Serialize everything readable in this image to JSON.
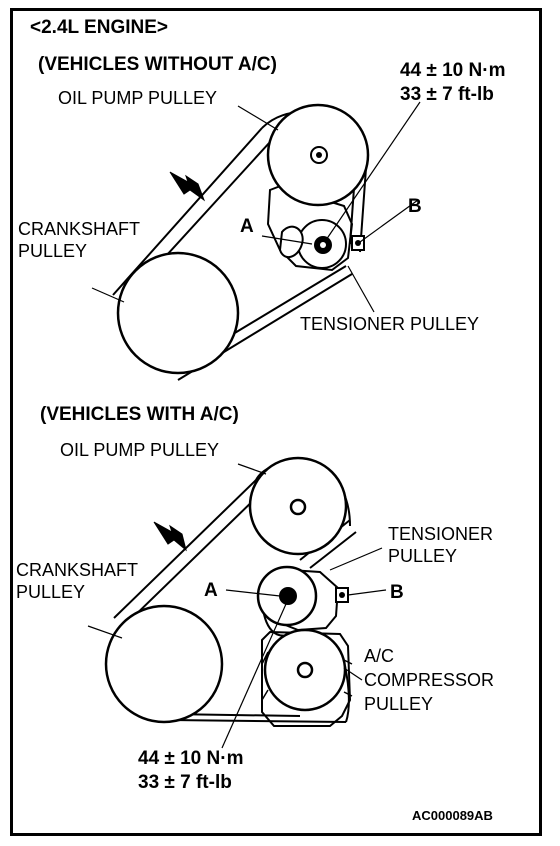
{
  "header": "<2.4L ENGINE>",
  "section_without_ac": {
    "title": "(VEHICLES WITHOUT A/C)",
    "oil_pump_pulley": "OIL PUMP PULLEY",
    "crankshaft_pulley_line1": "CRANKSHAFT",
    "crankshaft_pulley_line2": "PULLEY",
    "tensioner_pulley": "TENSIONER PULLEY",
    "torque_line1": "44 ± 10 N·m",
    "torque_line2": "33 ± 7 ft-lb",
    "label_a": "A",
    "label_b": "B"
  },
  "section_with_ac": {
    "title": "(VEHICLES WITH A/C)",
    "oil_pump_pulley": "OIL PUMP PULLEY",
    "crankshaft_pulley_line1": "CRANKSHAFT",
    "crankshaft_pulley_line2": "PULLEY",
    "tensioner_pulley_line1": "TENSIONER",
    "tensioner_pulley_line2": "PULLEY",
    "ac_compressor_line1": "A/C",
    "ac_compressor_line2": "COMPRESSOR",
    "ac_compressor_line3": "PULLEY",
    "torque_line1": "44 ± 10 N·m",
    "torque_line2": "33 ± 7 ft-lb",
    "label_a": "A",
    "label_b": "B"
  },
  "figure_code": "AC000089AB"
}
